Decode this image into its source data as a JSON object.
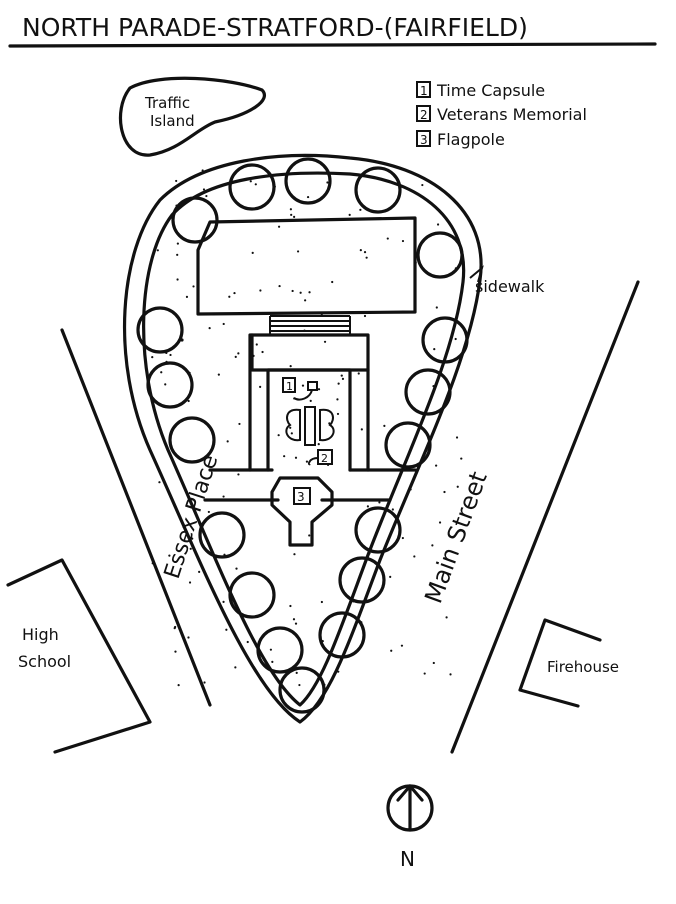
{
  "title": "NORTH PARADE-STRATFORD-(FAIRFIELD)",
  "legend": [
    {
      "key": "1",
      "label": "Time Capsule"
    },
    {
      "key": "2",
      "label": "Veterans Memorial"
    },
    {
      "key": "3",
      "label": "Flagpole"
    }
  ],
  "labels": {
    "traffic_island_1": "Traffic",
    "traffic_island_2": "Island",
    "sidewalk": "sidewalk",
    "essex_place": "Essex Place",
    "main_street": "Main Street",
    "high_school_1": "High",
    "high_school_2": "School",
    "firehouse": "Firehouse",
    "north": "N"
  },
  "markers": {
    "time_capsule": "1",
    "memorial": "2",
    "flagpole": "3"
  }
}
